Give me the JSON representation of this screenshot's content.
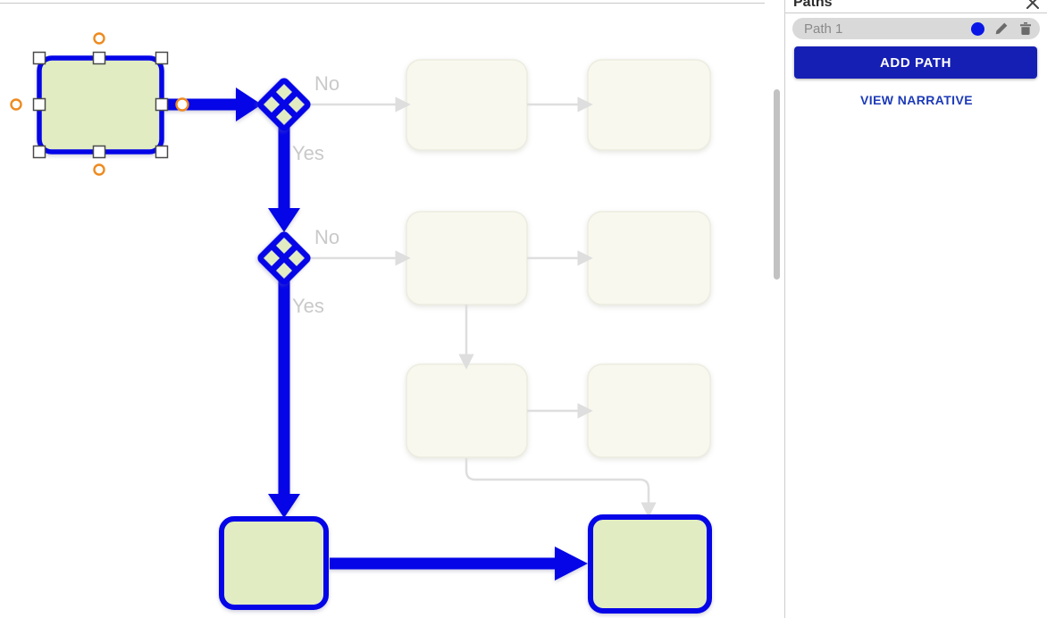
{
  "panel": {
    "title": "Paths",
    "paths": [
      {
        "name": "Path 1",
        "color": "#0a16e6"
      }
    ],
    "add_path_label": "ADD PATH",
    "view_narrative_label": "VIEW NARRATIVE"
  },
  "canvas": {
    "labels": {
      "gateway1_no": "No",
      "gateway1_yes": "Yes",
      "gateway2_no": "No",
      "gateway2_yes": "Yes"
    }
  },
  "colors": {
    "diagram_blue": "#0505e8",
    "node_fill": "#e1ecc3",
    "faded_fill": "#f8f8ee",
    "faded_border": "#ecece0",
    "gray_connector": "#dedede",
    "label_gray": "#c9c9c9",
    "selection_orange": "#ee8a1f",
    "button_blue": "#151fb4",
    "link_blue": "#1c3ab8",
    "path_dot_blue": "#0a16e6",
    "pill_bg": "#d9d9d9"
  }
}
